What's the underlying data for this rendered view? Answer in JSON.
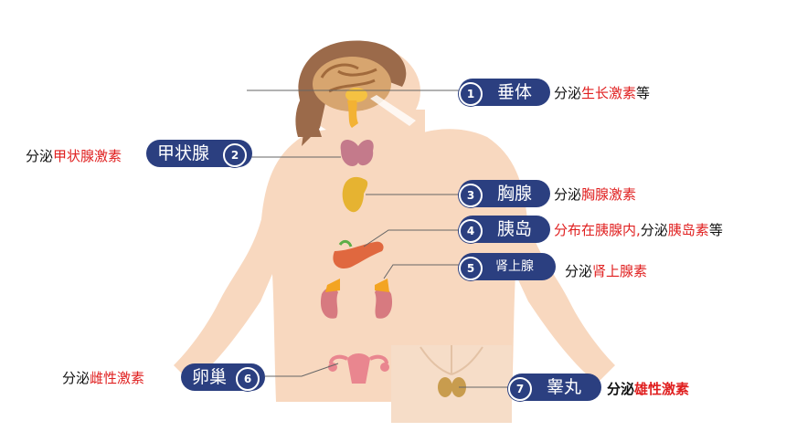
{
  "glands": [
    {
      "num": "1",
      "name": "垂体",
      "prefix": "分泌",
      "hormone": "生长激素",
      "suffix": "等"
    },
    {
      "num": "2",
      "name": "甲状腺",
      "prefix": "分泌",
      "hormone": "甲状腺激素",
      "suffix": ""
    },
    {
      "num": "3",
      "name": "胸腺",
      "prefix": "分泌",
      "hormone": "胸腺激素",
      "suffix": ""
    },
    {
      "num": "4",
      "name": "胰岛",
      "hormone_a": "分布在胰腺内,",
      "prefix": "分泌",
      "hormone": "胰岛素",
      "suffix": "等"
    },
    {
      "num": "5",
      "name": "肾上腺",
      "prefix": "分泌",
      "hormone": "肾上腺素",
      "suffix": ""
    },
    {
      "num": "6",
      "name": "卵巢",
      "prefix": "分泌",
      "hormone": "雌性激素",
      "suffix": ""
    },
    {
      "num": "7",
      "name": "睾丸",
      "prefix": "分泌",
      "hormone": "雄性激素",
      "suffix": ""
    }
  ],
  "colors": {
    "pill": "#2b3f80",
    "highlight": "#e02020",
    "skin": "#f8d8bf",
    "hair": "#9b6a4a"
  }
}
